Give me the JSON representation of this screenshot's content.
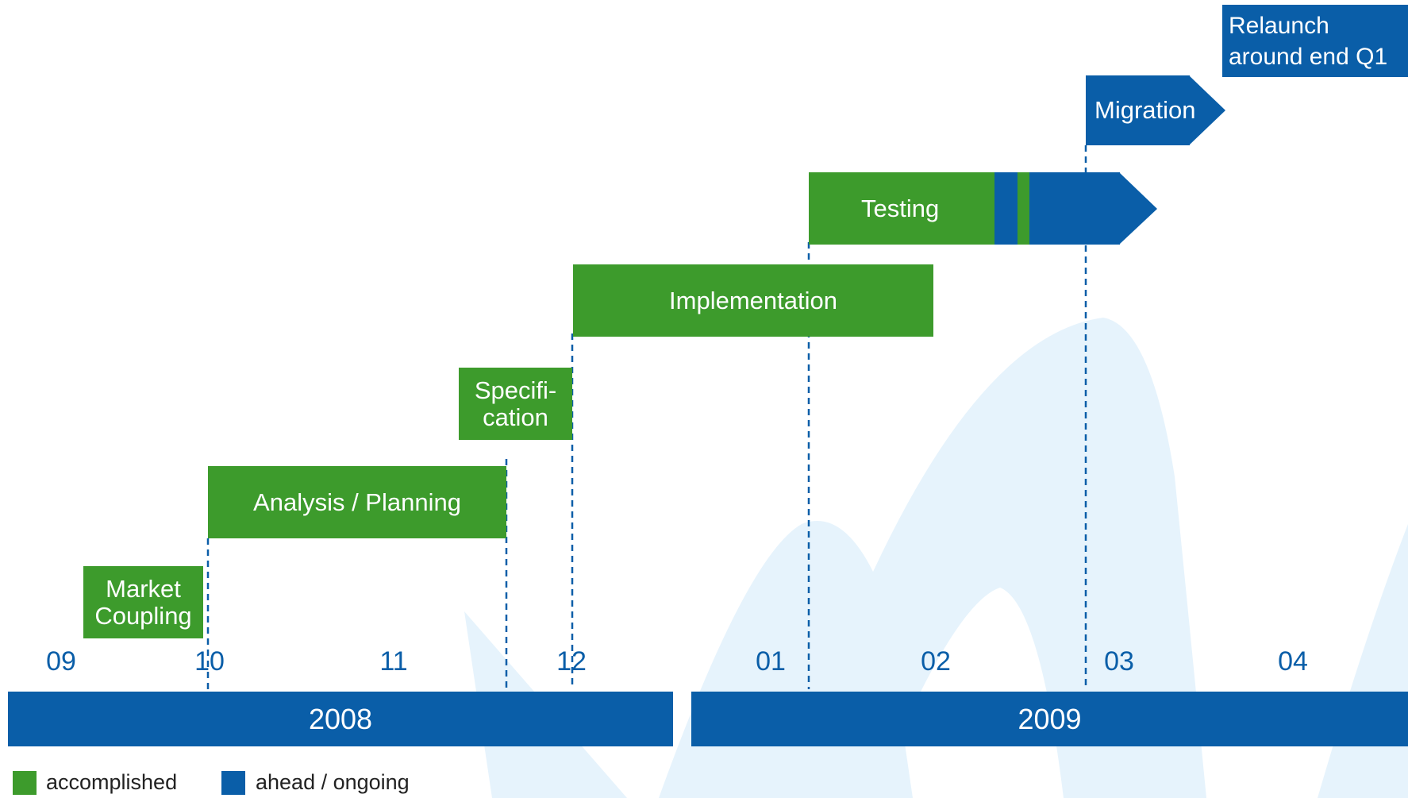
{
  "colors": {
    "accomplished": "#3d9b2c",
    "ongoing": "#0a5ea8",
    "background_mountains": "#e6f3fc"
  },
  "phases": {
    "market_coupling": "Market\nCoupling",
    "analysis_planning": "Analysis / Planning",
    "specification": "Specifi-\ncation",
    "implementation": "Implementation",
    "testing": "Testing",
    "migration": "Migration",
    "relaunch": "Relaunch\naround end Q1"
  },
  "months": [
    "09",
    "10",
    "11",
    "12",
    "01",
    "02",
    "03",
    "04"
  ],
  "years": [
    "2008",
    "2009"
  ],
  "legend": {
    "accomplished": "accomplished",
    "ongoing": "ahead / ongoing"
  }
}
